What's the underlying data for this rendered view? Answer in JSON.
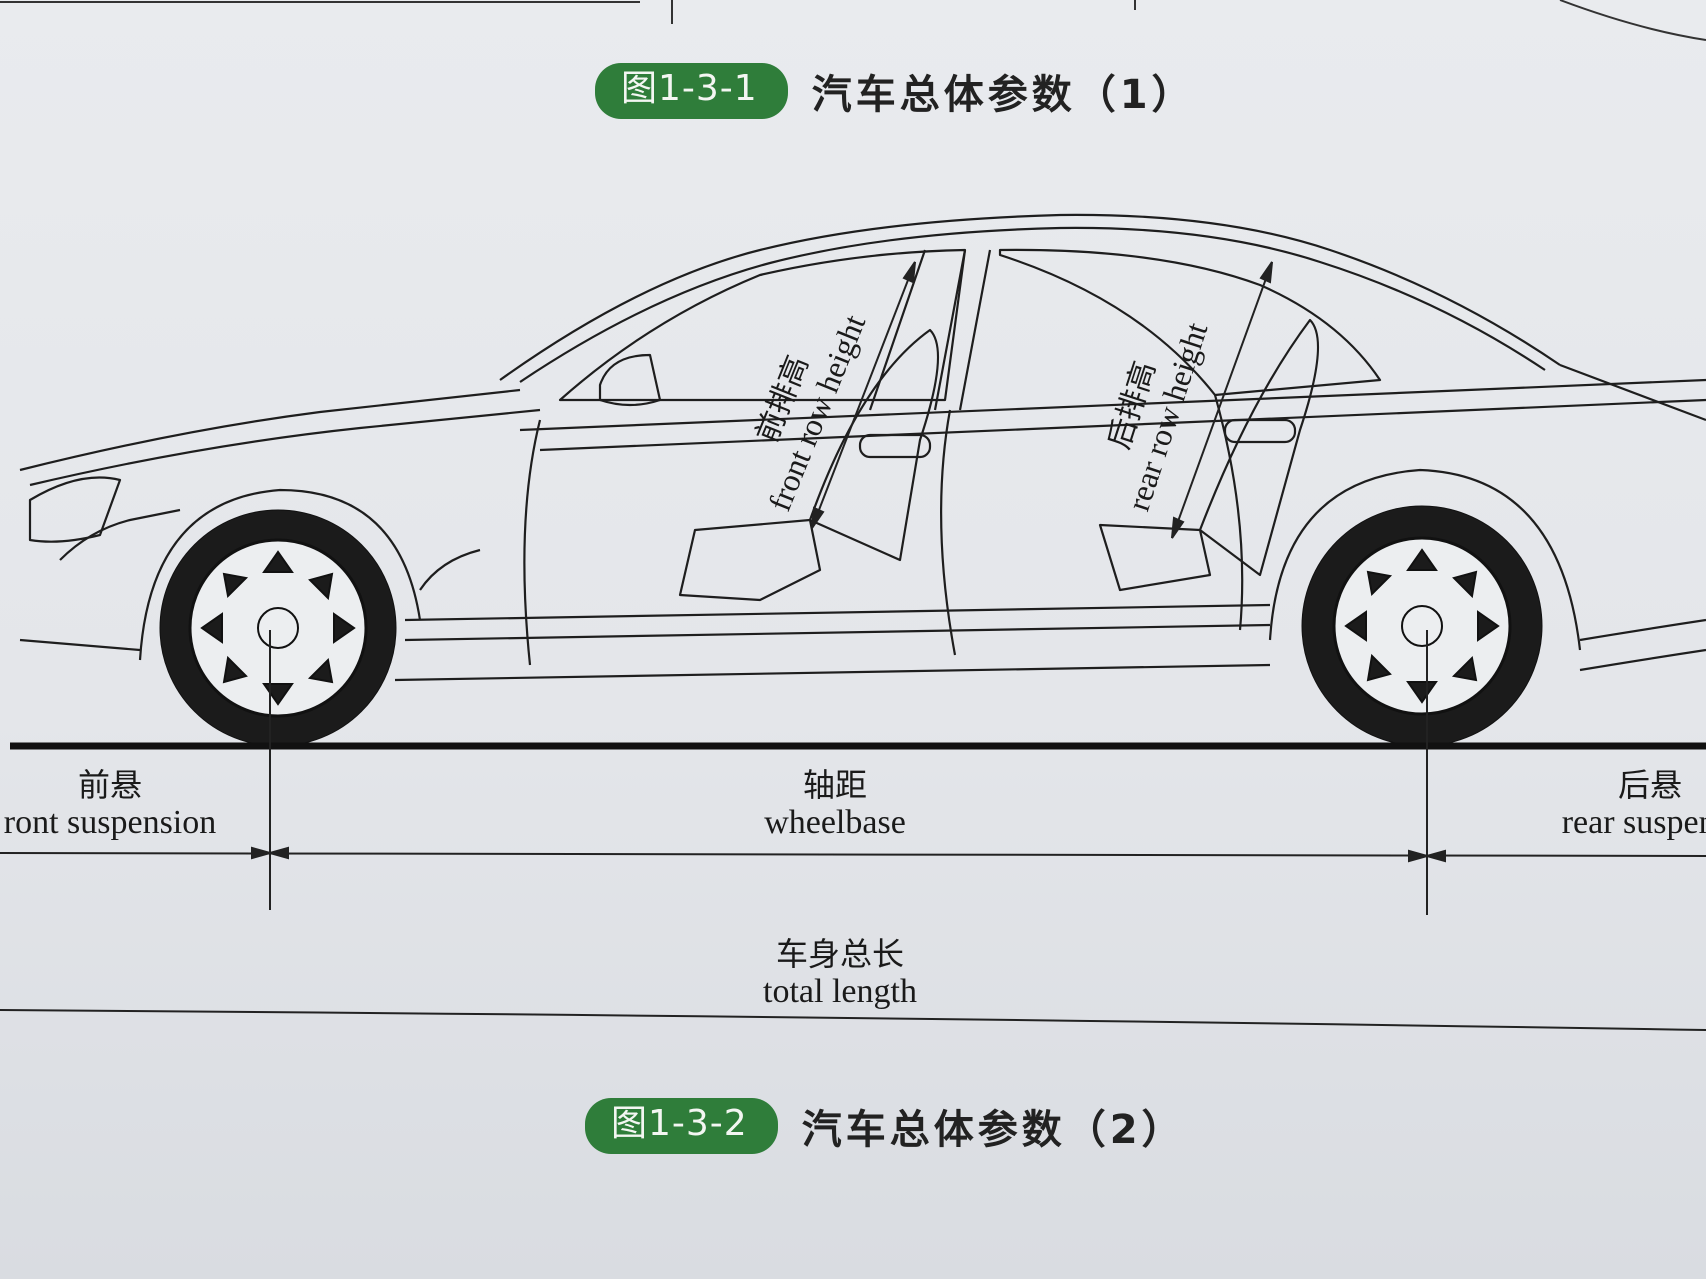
{
  "captions": [
    {
      "figure": "图1-3-1",
      "title": "汽车总体参数（1）"
    },
    {
      "figure": "图1-3-2",
      "title": "汽车总体参数（2）"
    }
  ],
  "labels": {
    "front_row": {
      "zh": "前排高",
      "en": "front row height"
    },
    "rear_row": {
      "zh": "后排高",
      "en": "rear row height"
    },
    "front_suspension": {
      "zh": "前悬",
      "en": "ront suspension"
    },
    "wheelbase": {
      "zh": "轴距",
      "en": "wheelbase"
    },
    "rear_suspension": {
      "zh": "后悬",
      "en": "rear suspensi"
    },
    "total_length": {
      "zh": "车身总长",
      "en": "total length"
    }
  },
  "colors": {
    "accent": "#2f7d3a"
  }
}
